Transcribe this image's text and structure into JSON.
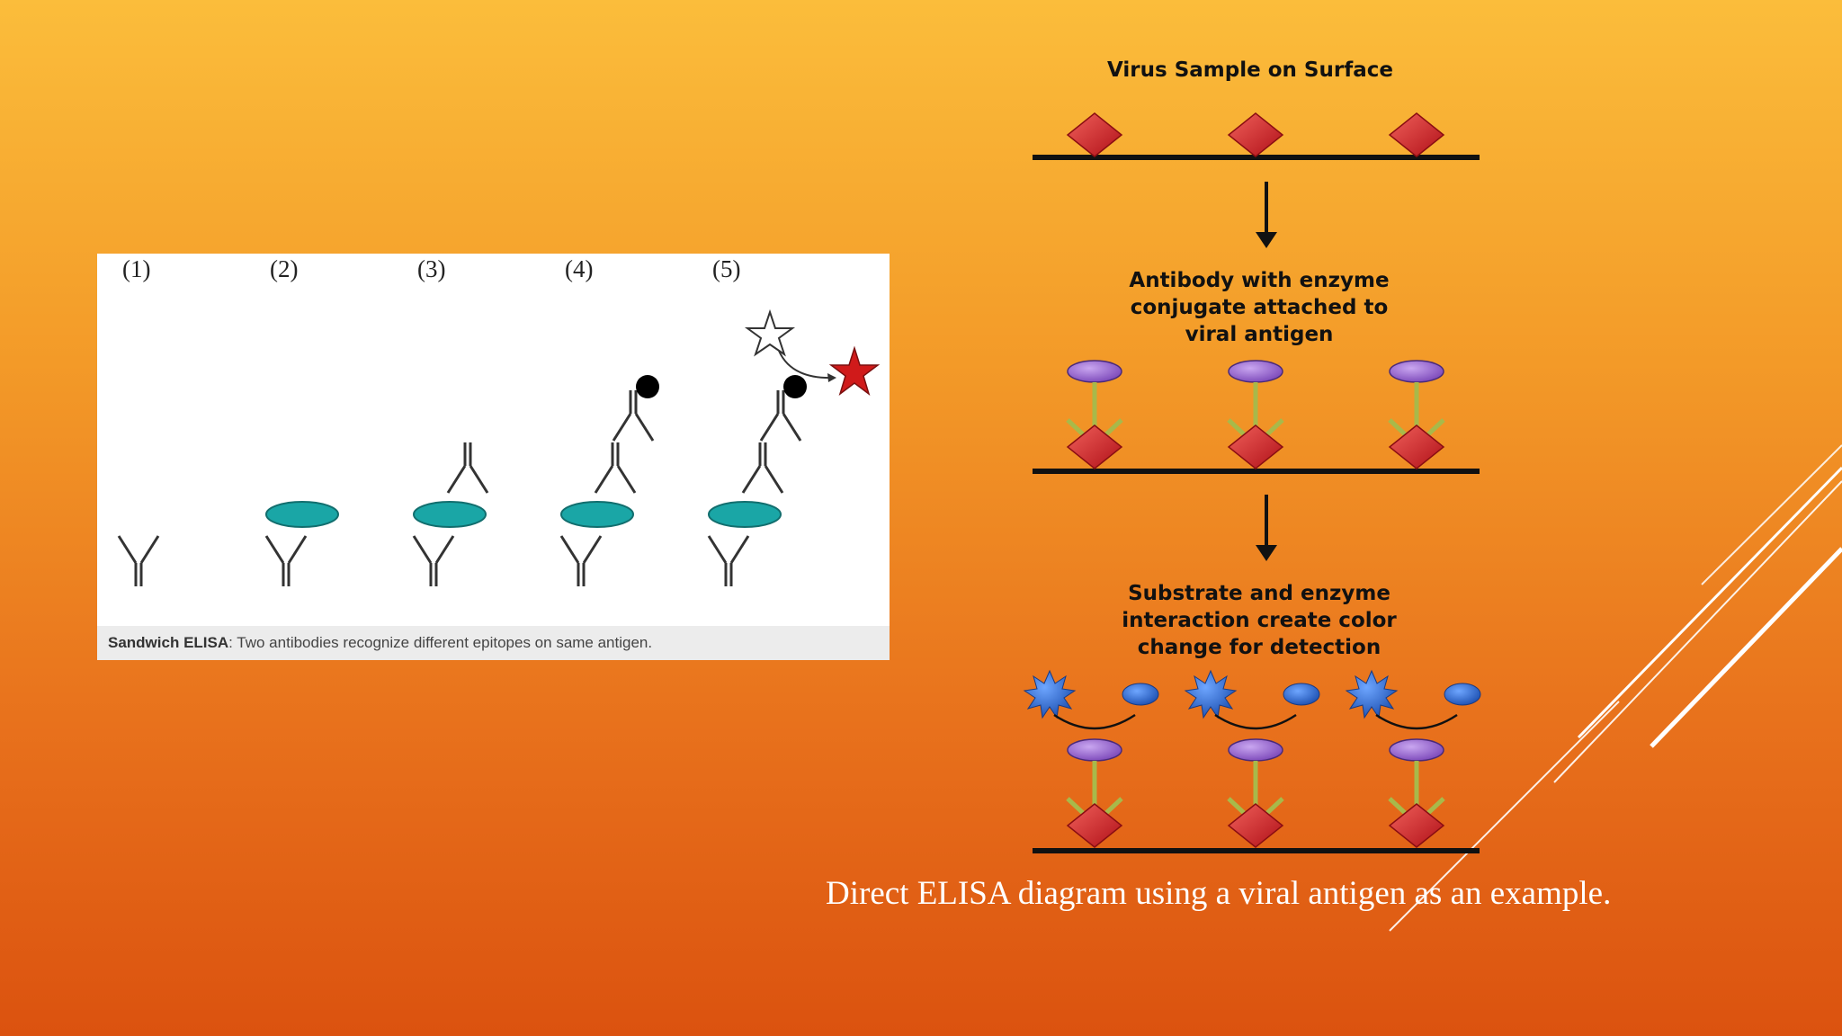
{
  "sandwich": {
    "steps": [
      "(1)",
      "(2)",
      "(3)",
      "(4)",
      "(5)"
    ],
    "caption_bold": "Sandwich ELISA",
    "caption_rest": ": Two antibodies recognize different epitopes on same antigen."
  },
  "direct": {
    "stage1_title": "Virus Sample on Surface",
    "stage2_title": [
      "Antibody with enzyme",
      "conjugate  attached to",
      "viral antigen"
    ],
    "stage3_title": [
      "Substrate and enzyme",
      "interaction create color",
      "change for detection"
    ],
    "caption": "Direct ELISA diagram using a viral antigen as an example."
  },
  "colors": {
    "antigen_diamond": "#d8262c",
    "enzyme_oval": "#9a6ad0",
    "antibody_arm": "#a8b94a",
    "teal_antigen": "#1aa6a6",
    "substrate_blue": "#2a66c8"
  }
}
